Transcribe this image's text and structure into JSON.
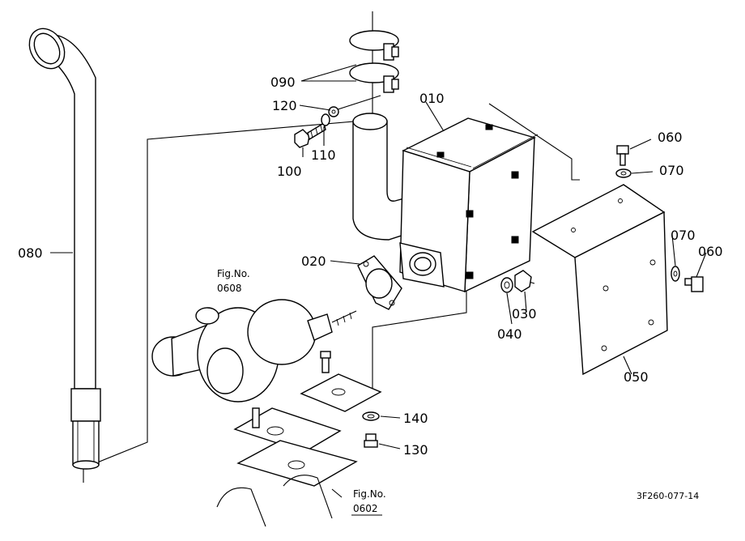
{
  "parts": [
    {
      "id": "p010",
      "number": "010"
    },
    {
      "id": "p020",
      "number": "020"
    },
    {
      "id": "p030",
      "number": "030"
    },
    {
      "id": "p040",
      "number": "040"
    },
    {
      "id": "p050",
      "number": "050"
    },
    {
      "id": "p060a",
      "number": "060"
    },
    {
      "id": "p060b",
      "number": "060"
    },
    {
      "id": "p070a",
      "number": "070"
    },
    {
      "id": "p070b",
      "number": "070"
    },
    {
      "id": "p080",
      "number": "080"
    },
    {
      "id": "p090",
      "number": "090"
    },
    {
      "id": "p100",
      "number": "100"
    },
    {
      "id": "p110",
      "number": "110"
    },
    {
      "id": "p120",
      "number": "120"
    },
    {
      "id": "p130",
      "number": "130"
    },
    {
      "id": "p140",
      "number": "140"
    }
  ],
  "refs": {
    "turbo": {
      "line1": "Fig.No.",
      "line2": "0608"
    },
    "manifold": {
      "line1": "Fig.No.",
      "line2": "0602"
    }
  },
  "drawing_code": "3F260-077-14"
}
